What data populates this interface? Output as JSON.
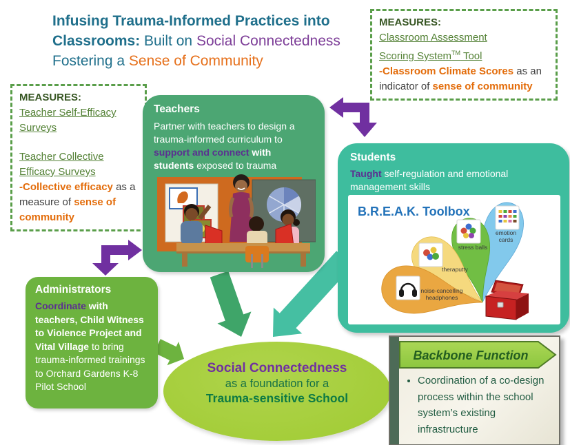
{
  "title": {
    "line1": "Infusing Trauma-Informed Practices into",
    "line2_bold": "Classrooms:",
    "line2_plain": " Built on ",
    "line2_purple": "Social Connectedness",
    "line3_plain": "Fostering a ",
    "line3_orange": "Sense of Community"
  },
  "measures_right": {
    "heading": "MEASURES:",
    "link_line1": "Classroom Assessment",
    "link_line2": "Scoring System",
    "link_tm": "TM",
    "link_suffix": " Tool",
    "orange1": "-Classroom Climate Scores",
    "plain1": " as an indicator of ",
    "orange2": "sense of community"
  },
  "measures_left": {
    "heading": "MEASURES:",
    "link1": "Teacher Self-Efficacy Surveys",
    "link2": "Teacher Collective Efficacy Surveys",
    "orange1": "-Collective efficacy",
    "plain1": " as a measure of ",
    "orange2": "sense of community"
  },
  "teachers": {
    "title": "Teachers",
    "body_plain1": "Partner with teachers to design a trauma-informed curriculum to ",
    "body_purple": "support and connect",
    "body_bold": " with students",
    "body_plain2": " exposed to trauma"
  },
  "students": {
    "title": "Students",
    "body_purple": "Taught",
    "body_plain": " self-regulation and emotional management skills"
  },
  "break_toolbox": {
    "title": "B.R.E.A.K. Toolbox",
    "labels": {
      "emotion_line1": "emotion",
      "emotion_line2": "cards",
      "stress": "stress balls",
      "putty": "theraputty",
      "noise_line1": "noise-cancelling",
      "noise_line2": "headphones"
    }
  },
  "administrators": {
    "title": "Administrators",
    "body_purple": "Coordinate",
    "body_bold": " with teachers, Child Witness to Violence Project and Vital Village",
    "body_plain": " to bring trauma-informed trainings to Orchard Gardens K-8 Pilot School"
  },
  "ellipse": {
    "line1": "Social Connectedness",
    "line2": "as a foundation for a",
    "line3": "Trauma-sensitive School"
  },
  "backbone": {
    "header": "Backbone Function",
    "bullet": "Coordination of a co-design process within the school system’s existing infrastructure"
  },
  "colors": {
    "title_blue": "#1F6F8B",
    "title_purple": "#7D3E98",
    "title_orange": "#E6701B",
    "measures_heading_green": "#375623",
    "measures_link_green": "#538135",
    "measures_orange": "#E36C0A",
    "measures_text_gray": "#404040",
    "dashed_border_green": "#5A9E4A",
    "teachers_box_green": "#4CA673",
    "students_box_teal": "#3EBD9E",
    "admin_box_green": "#6DB33F",
    "box_purple_text": "#5B2F91",
    "purple_arrow": "#7030A0",
    "teachers_arrow_green": "#3FA569",
    "students_arrow_teal": "#45BFA2",
    "ellipse_green": "#A5CE39",
    "ellipse_purple": "#7030A0",
    "ellipse_text_green": "#177146",
    "break_title_blue": "#2272B9",
    "petal_orange": "#EAA741",
    "petal_yellow": "#F5D97E",
    "petal_green": "#71BE44",
    "petal_blue": "#82C9EC",
    "toolbox_red": "#C62222",
    "backbone_pennant_green": "#9CCB3B",
    "backbone_text_green": "#215C42"
  }
}
